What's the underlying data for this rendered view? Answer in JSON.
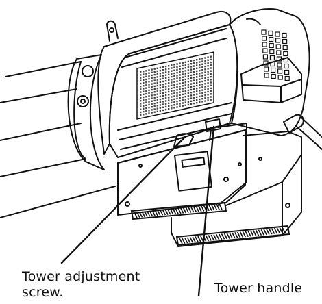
{
  "labels": {
    "screw_line1": "Tower adjustment",
    "screw_line2": "screw.",
    "handle": "Tower handle"
  },
  "colors": {
    "ink": "#111111",
    "paper": "#ffffff",
    "grille": "#444444"
  }
}
